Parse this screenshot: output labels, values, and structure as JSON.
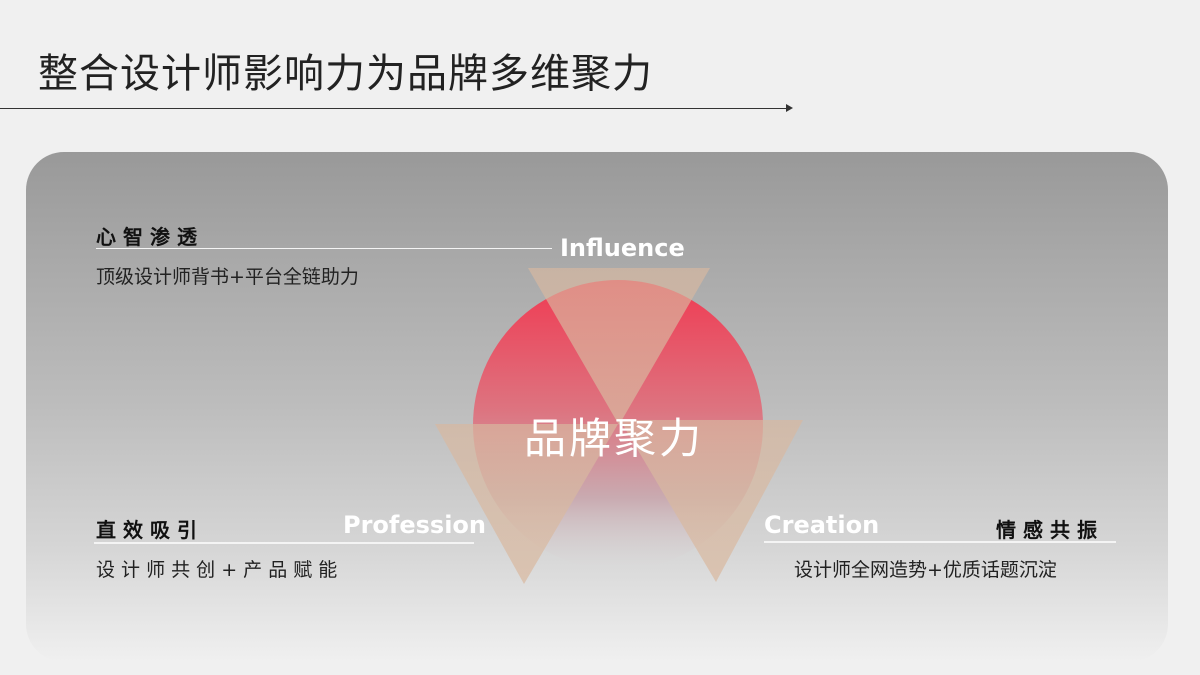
{
  "header": {
    "title": "整合设计师影响力为品牌多维聚力"
  },
  "diagram": {
    "center_label": "品牌聚力",
    "colors": {
      "circle_top": "#f03a52",
      "circle_bottom": "#e6e6e6",
      "triangle": "#d9b9a0",
      "english_label": "#ffffff"
    },
    "sections": [
      {
        "key": "influence",
        "title_cn": "心智渗透",
        "title_en": "Influence",
        "description": "顶级设计师背书+平台全链助力"
      },
      {
        "key": "profession",
        "title_cn": "直效吸引",
        "title_en": "Profession",
        "description": "设 计 师 共 创 + 产 品 赋 能"
      },
      {
        "key": "creation",
        "title_cn": "情感共振",
        "title_en": "Creation",
        "description": "设计师全网造势+优质话题沉淀"
      }
    ]
  }
}
